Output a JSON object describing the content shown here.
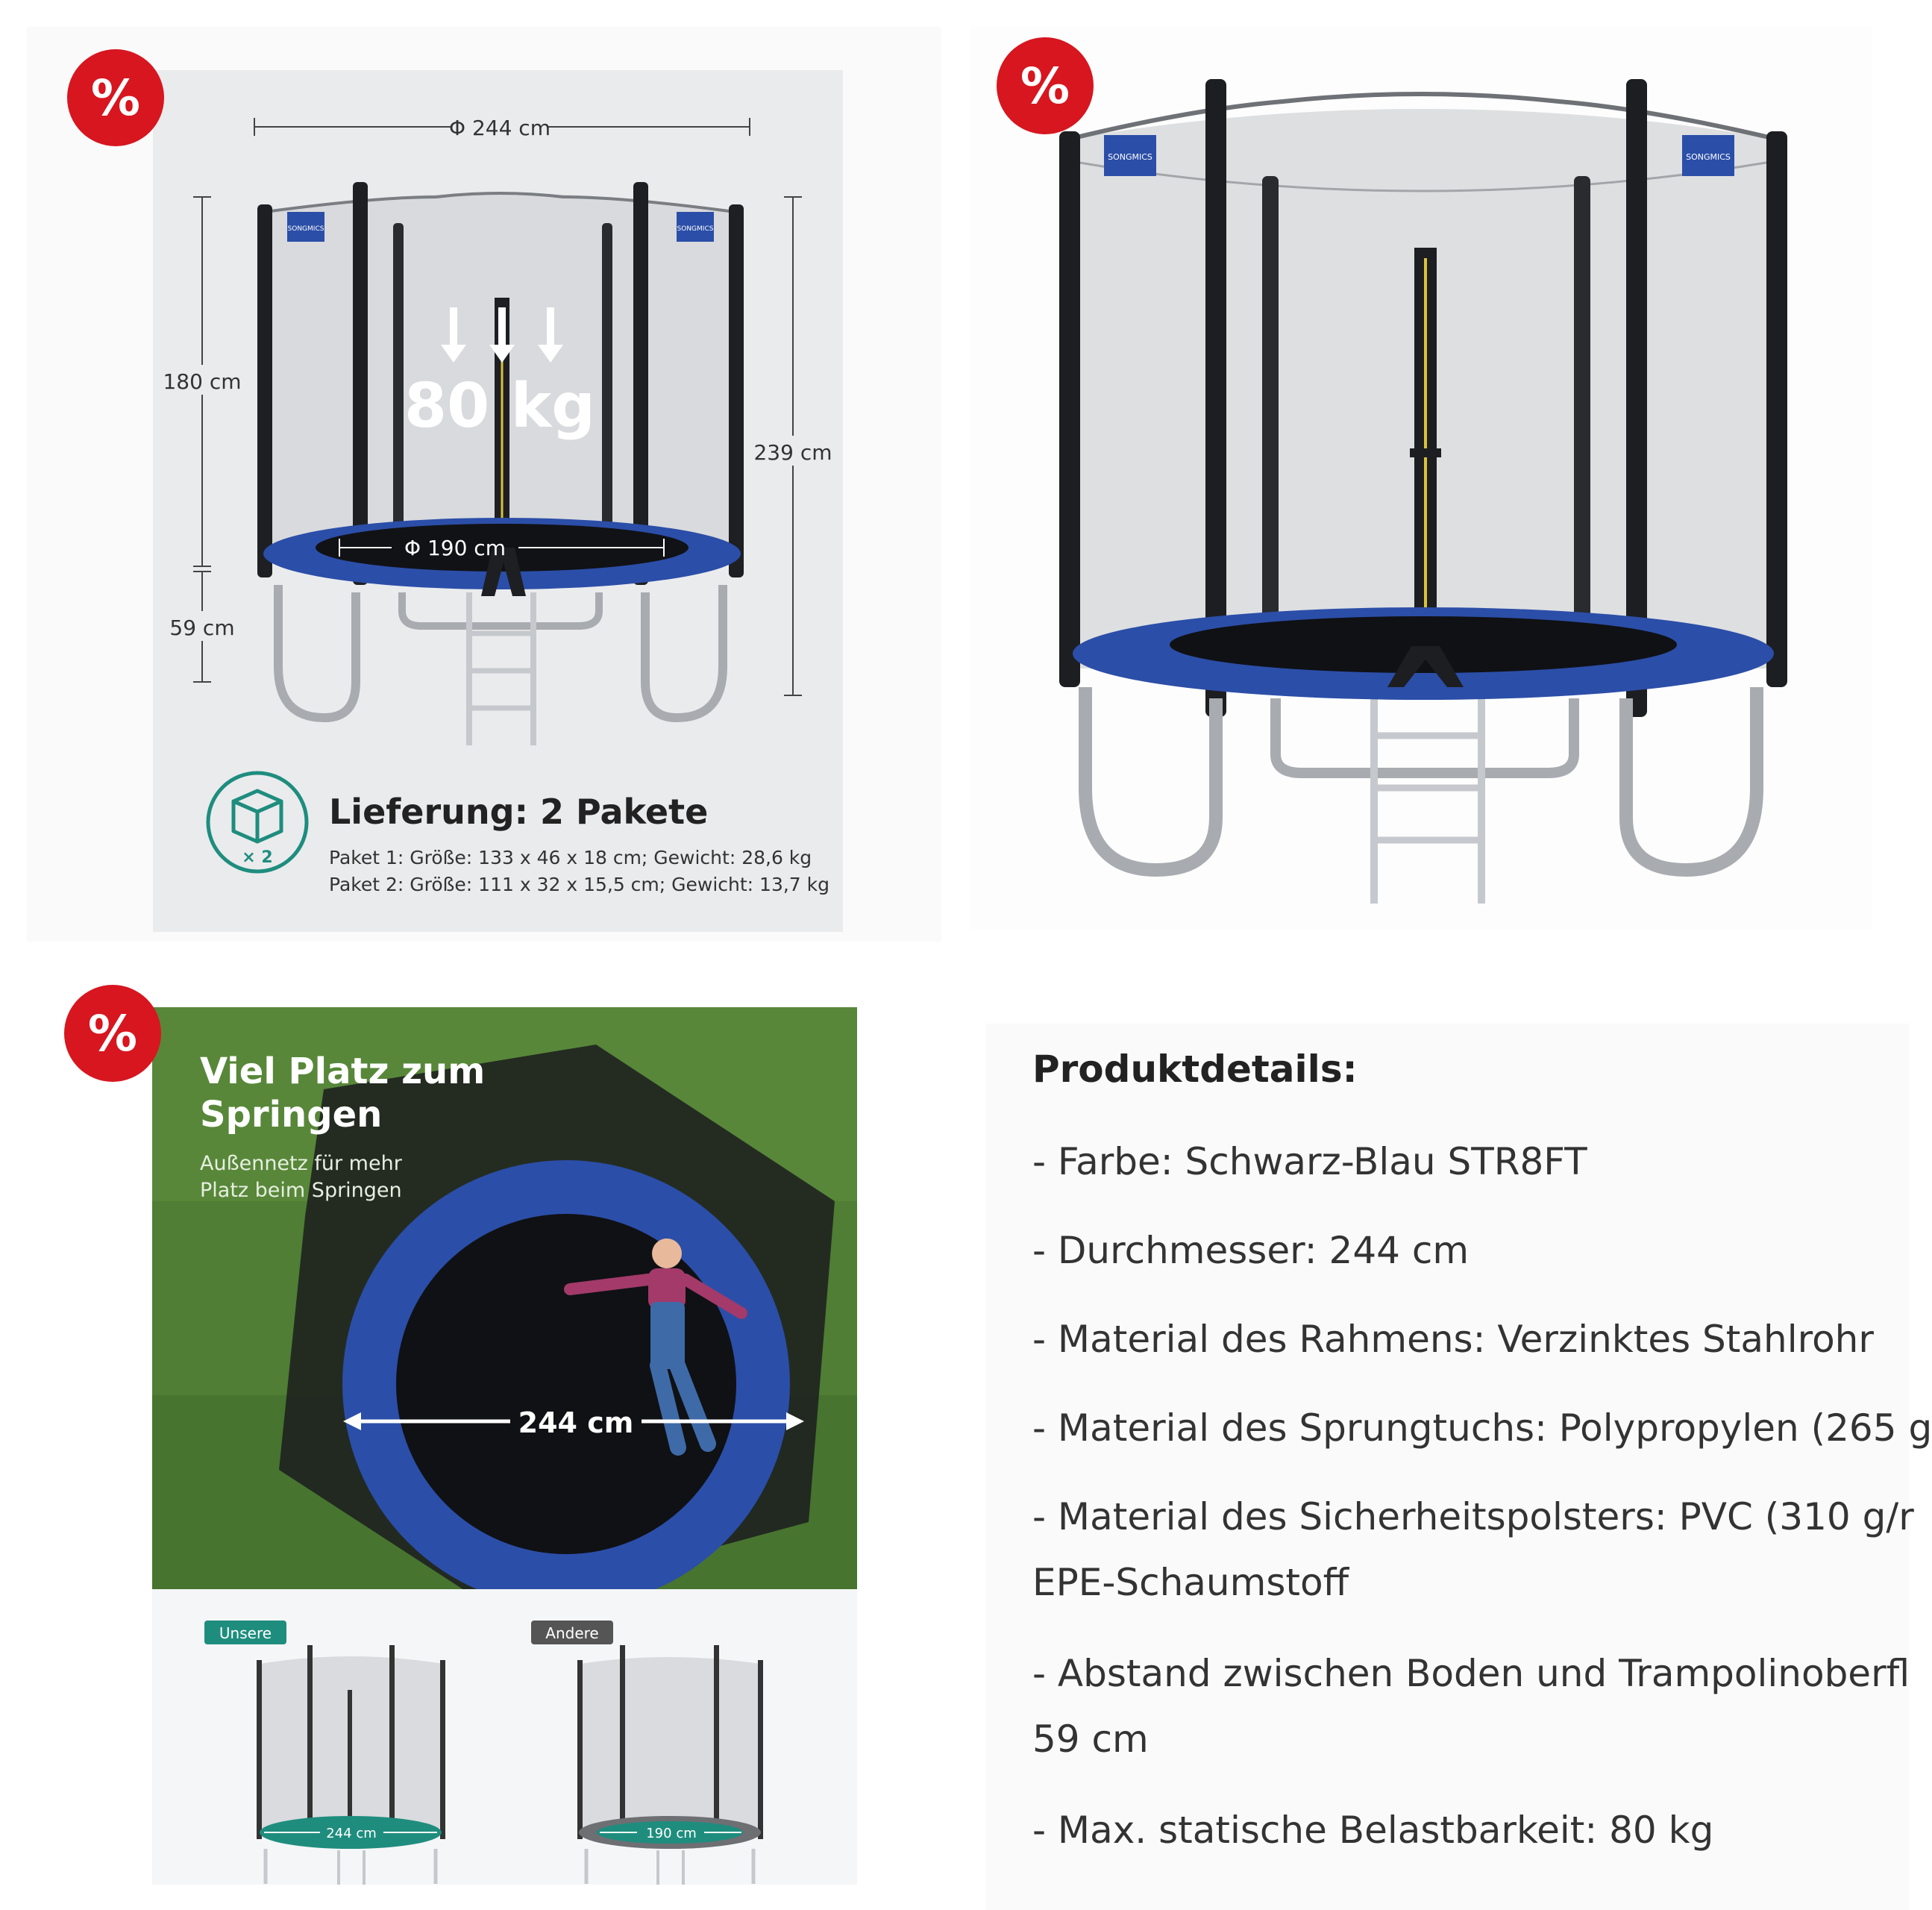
{
  "badge": "%",
  "dimensions_panel": {
    "diameter_label": "Φ 244 cm",
    "net_height_label": "180 cm",
    "total_height_label": "239 cm",
    "ground_height_label": "59 cm",
    "mat_diameter_label": "Φ 190 cm",
    "load_label": "80 kg",
    "box_count": "× 2",
    "delivery_title": "Lieferung: 2 Pakete",
    "package_1": "Paket 1: Größe: 133 x 46 x 18 cm; Gewicht: 28,6 kg",
    "package_2": "Paket 2: Größe: 111 x 32 x 15,5 cm; Gewicht: 13,7 kg"
  },
  "brand_logo_text": "SONGMICS",
  "space_panel": {
    "title_line1": "Viel Platz zum",
    "title_line2": "Springen",
    "subtitle_line1": "Außennetz für mehr",
    "subtitle_line2": "Platz beim Springen",
    "center_diameter": "244 cm",
    "ours_tag": "Unsere",
    "others_tag": "Andere",
    "ours_diameter": "244 cm",
    "others_diameter": "190 cm"
  },
  "product_details": {
    "title": "Produktdetails:",
    "lines": [
      "- Farbe: Schwarz-Blau STR8FT",
      "- Durchmesser: 244 cm",
      "- Material des Rahmens: Verzinktes Stahlrohr",
      "- Material des Sprungtuchs: Polypropylen (265 g",
      "- Material des Sicherheitspolsters: PVC (310 g/r",
      "EPE-Schaumstoff",
      "- Abstand zwischen Boden und Trampolinoberfl",
      "59 cm",
      "- Max. statische Belastbarkeit: 80 kg"
    ]
  },
  "colors": {
    "badge_red": "#d7161f",
    "pad_blue": "#2b4ea8",
    "tag_green": "#1e8d7e",
    "tag_gray": "#555555",
    "grass_green": "#4f7e34"
  }
}
